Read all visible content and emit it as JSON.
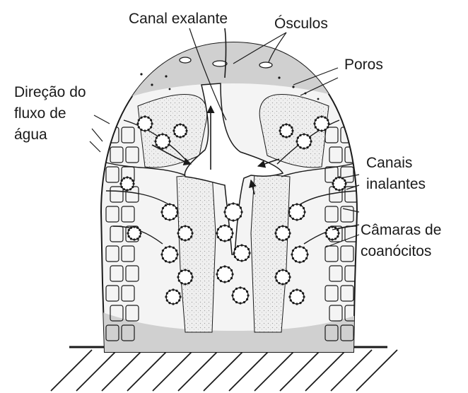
{
  "labels": {
    "canal_exalante": "Canal exalante",
    "osculos": "Ósculos",
    "poros": "Poros",
    "direcao_line1": "Direção do",
    "direcao_line2": "fluxo de",
    "direcao_line3": "água",
    "canais_line1": "Canais",
    "canais_line2": "inalantes",
    "camaras_line1": "Câmaras de",
    "camaras_line2": "coanócitos"
  },
  "colors": {
    "ink": "#1a1a1a",
    "body_fill": "#d0d0d0",
    "mesohyl_fill": "#eeeeee",
    "canal_fill": "#ffffff"
  }
}
